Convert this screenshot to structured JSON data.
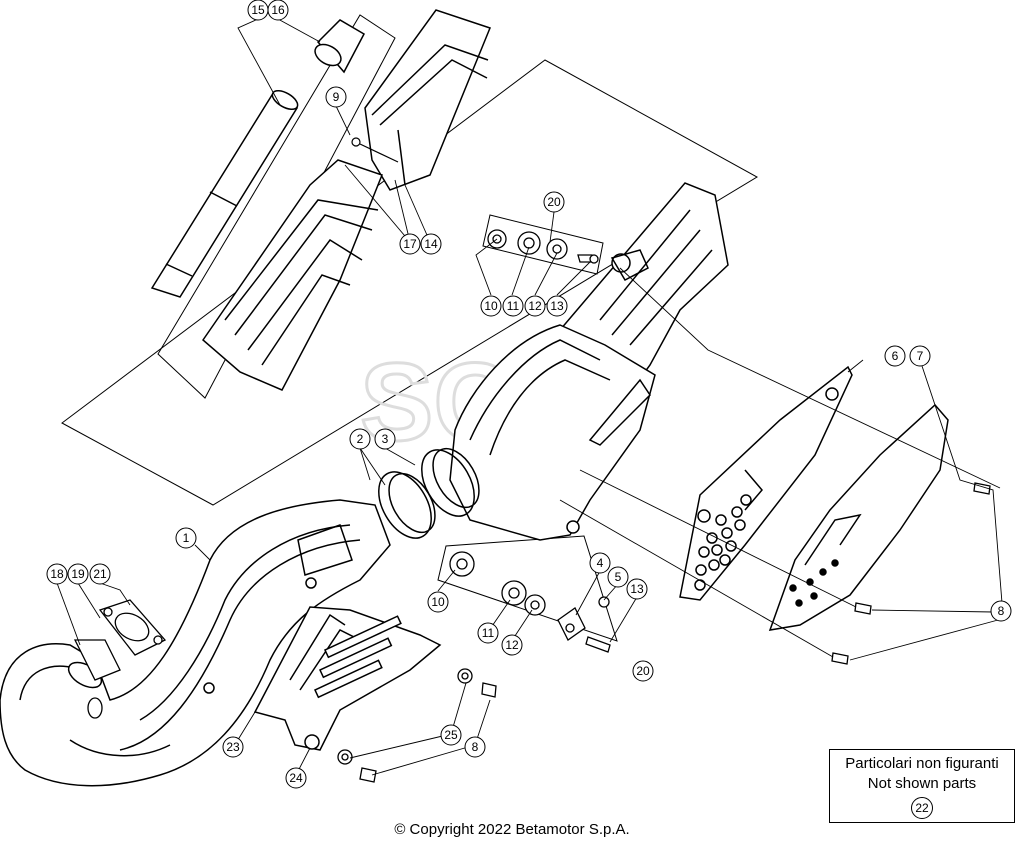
{
  "callouts": [
    {
      "id": "c15",
      "text": "15"
    },
    {
      "id": "c16",
      "text": "16"
    },
    {
      "id": "c9",
      "text": "9"
    },
    {
      "id": "c17",
      "text": "17"
    },
    {
      "id": "c14",
      "text": "14"
    },
    {
      "id": "c20a",
      "text": "20"
    },
    {
      "id": "c10a",
      "text": "10"
    },
    {
      "id": "c11a",
      "text": "11"
    },
    {
      "id": "c12a",
      "text": "12"
    },
    {
      "id": "c13a",
      "text": "13"
    },
    {
      "id": "c6",
      "text": "6"
    },
    {
      "id": "c7",
      "text": "7"
    },
    {
      "id": "c2",
      "text": "2"
    },
    {
      "id": "c3",
      "text": "3"
    },
    {
      "id": "c1",
      "text": "1"
    },
    {
      "id": "c18",
      "text": "18"
    },
    {
      "id": "c19",
      "text": "19"
    },
    {
      "id": "c21",
      "text": "21"
    },
    {
      "id": "c4",
      "text": "4"
    },
    {
      "id": "c5",
      "text": "5"
    },
    {
      "id": "c13b",
      "text": "13"
    },
    {
      "id": "c10b",
      "text": "10"
    },
    {
      "id": "c11b",
      "text": "11"
    },
    {
      "id": "c12b",
      "text": "12"
    },
    {
      "id": "c20b",
      "text": "20"
    },
    {
      "id": "c8",
      "text": "8"
    },
    {
      "id": "c23",
      "text": "23"
    },
    {
      "id": "c25",
      "text": "25"
    },
    {
      "id": "c8b",
      "text": "8"
    },
    {
      "id": "c24",
      "text": "24"
    }
  ],
  "legend": {
    "line1": "Particolari non figuranti",
    "line2": "Not shown parts",
    "number": "22"
  },
  "copyright": "© Copyright 2022 Betamotor S.p.A."
}
